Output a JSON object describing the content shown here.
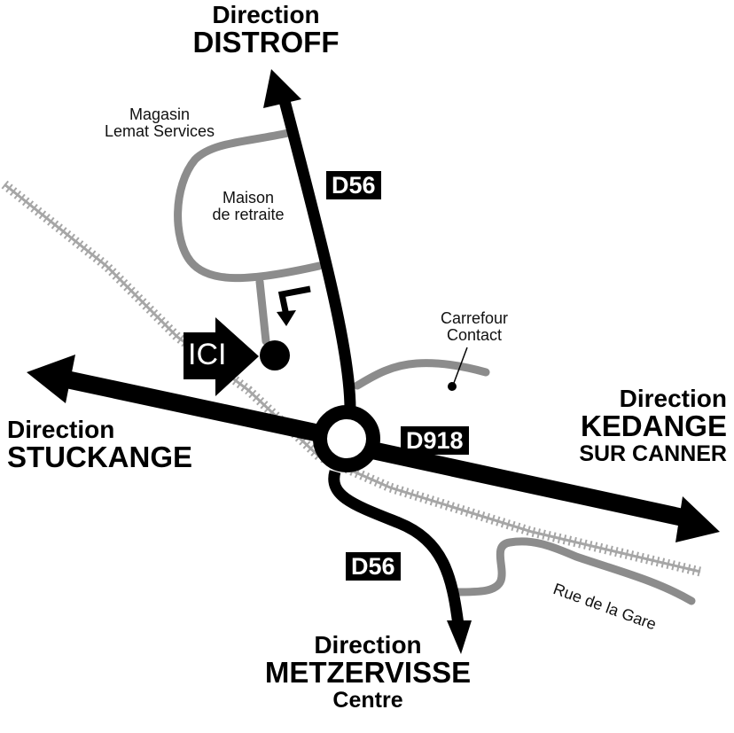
{
  "title": "Plan d'accès",
  "directions": {
    "north": {
      "prefix": "Direction",
      "name": "DISTROFF"
    },
    "west": {
      "prefix": "Direction",
      "name": "STUCKANGE"
    },
    "east": {
      "prefix": "Direction",
      "name": "KEDANGE",
      "sub": "SUR CANNER"
    },
    "south": {
      "prefix": "Direction",
      "name": "METZERVISSE",
      "sub": "Centre"
    }
  },
  "road_labels": {
    "d56_north": "D56",
    "d918": "D918",
    "d56_south": "D56"
  },
  "places": {
    "magasin_line1": "Magasin",
    "magasin_line2": "Lemat Services",
    "maison_line1": "Maison",
    "maison_line2": "de retraite",
    "carrefour_line1": "Carrefour",
    "carrefour_line2": "Contact",
    "rue_gare": "Rue de la Gare"
  },
  "marker": {
    "label": "ICI"
  },
  "colors": {
    "road": "#000000",
    "minor_road": "#8c8c8c",
    "rail": "#a6a6a6"
  }
}
